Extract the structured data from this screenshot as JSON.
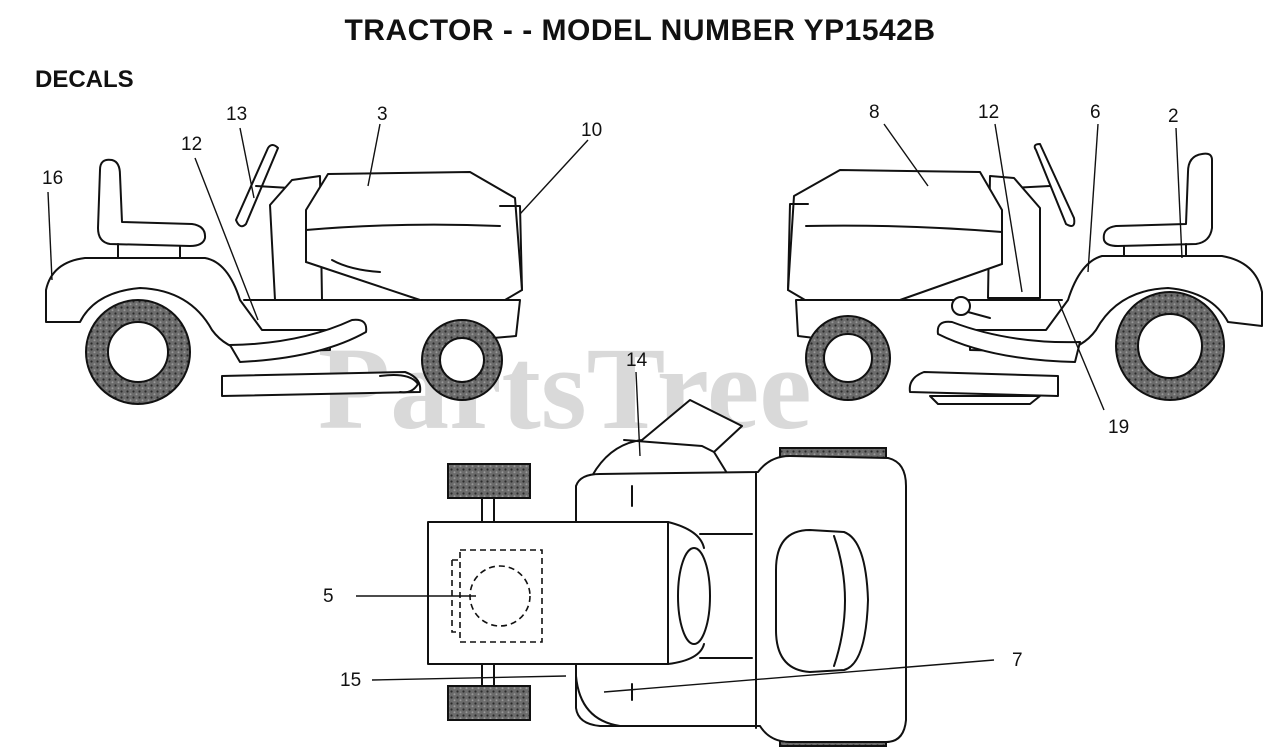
{
  "title": "TRACTOR - - MODEL NUMBER YP1542B",
  "section": "DECALS",
  "watermark": "PartsTree",
  "callouts": {
    "left_16": "16",
    "left_13": "13",
    "left_12": "12",
    "left_3": "3",
    "left_10": "10",
    "right_8": "8",
    "right_12": "12",
    "right_6": "6",
    "right_2": "2",
    "right_19": "19",
    "top_14": "14",
    "top_5": "5",
    "top_15": "15",
    "top_7": "7"
  },
  "colors": {
    "ink": "#111111",
    "tire_fill": "#5a5a5a",
    "watermark": "#d9d9d9",
    "background": "#ffffff"
  }
}
